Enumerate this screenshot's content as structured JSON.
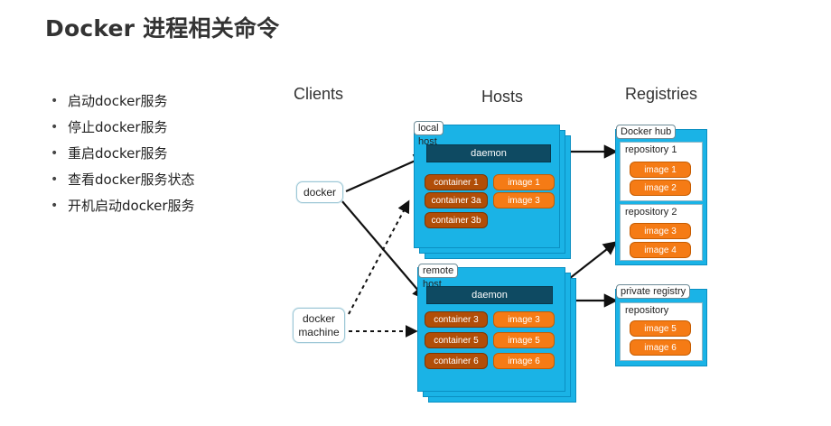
{
  "title": "Docker 进程相关命令",
  "bullets": [
    "启动docker服务",
    "停止docker服务",
    "重启docker服务",
    "查看docker服务状态",
    "开机启动docker服务"
  ],
  "diagram": {
    "headers": {
      "clients": "Clients",
      "hosts": "Hosts",
      "registries": "Registries"
    },
    "clients": {
      "docker": "docker",
      "machine_line1": "docker",
      "machine_line2": "machine"
    },
    "local_host": {
      "label": "local host",
      "daemon": "daemon",
      "containers": [
        "container 1",
        "container 3a",
        "container 3b"
      ],
      "images": [
        "image 1",
        "image 3"
      ]
    },
    "remote_host": {
      "label": "remote host",
      "daemon": "daemon",
      "containers": [
        "container 3",
        "container 5",
        "container 6"
      ],
      "images": [
        "image 3",
        "image 5",
        "image 6"
      ]
    },
    "docker_hub": {
      "label": "Docker hub",
      "repo1": {
        "title": "repository 1",
        "images": [
          "image 1",
          "image 2"
        ]
      },
      "repo2": {
        "title": "repository 2",
        "images": [
          "image 3",
          "image 4"
        ]
      }
    },
    "private_registry": {
      "label": "private registry",
      "repo": {
        "title": "repository",
        "images": [
          "image 5",
          "image 6"
        ]
      }
    },
    "colors": {
      "host_blue": "#1ab3e6",
      "daemon_navy": "#0e4a62",
      "container_brown": "#b14e08",
      "image_orange": "#f57b15"
    }
  }
}
